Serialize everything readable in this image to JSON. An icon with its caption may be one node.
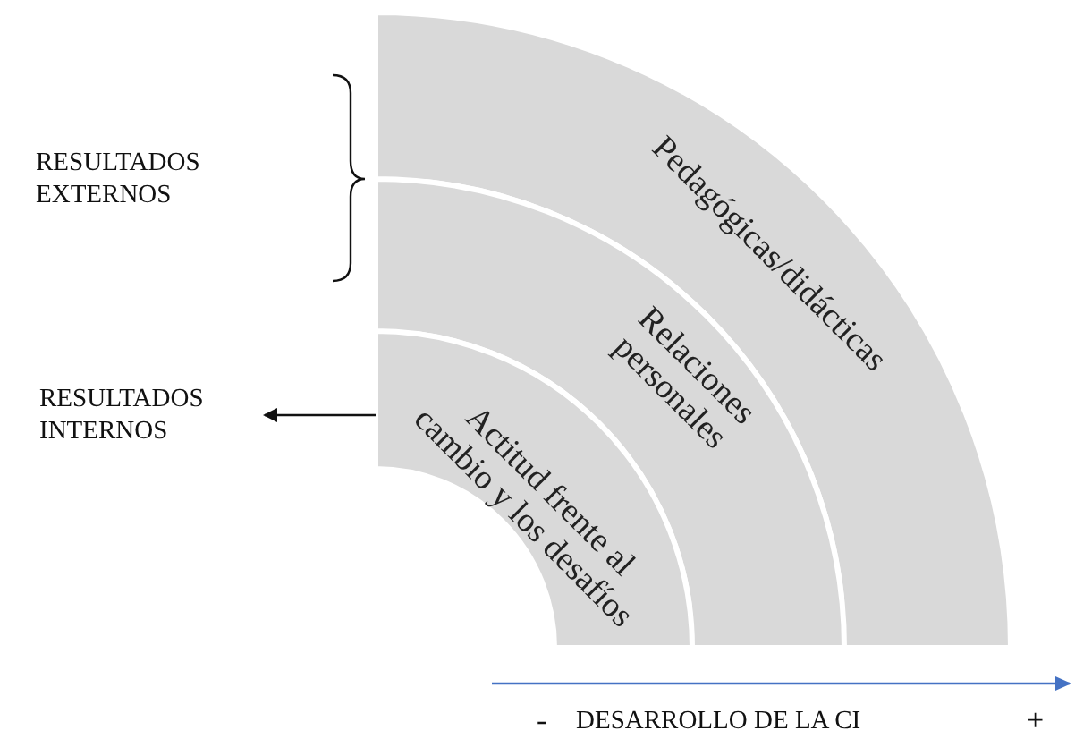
{
  "diagram": {
    "nodes": [
      {
        "text": [
          "Pedagógicas/didácticas"
        ]
      },
      {
        "text": [
          "Relaciones personales"
        ]
      },
      {
        "text": [
          "Actitud frente al cambio y los desafíos"
        ]
      },
      {
        "text": [
          "RESULTADOS INTERNOS"
        ]
      }
    ],
    "edges": [
      {
        "from": 2,
        "to": 3,
        "arrow": "to"
      }
    ],
    "labels": [
      "RESULTADOS EXTERNOS",
      "-",
      "DESARROLLO DE LA CI",
      "+"
    ]
  }
}
